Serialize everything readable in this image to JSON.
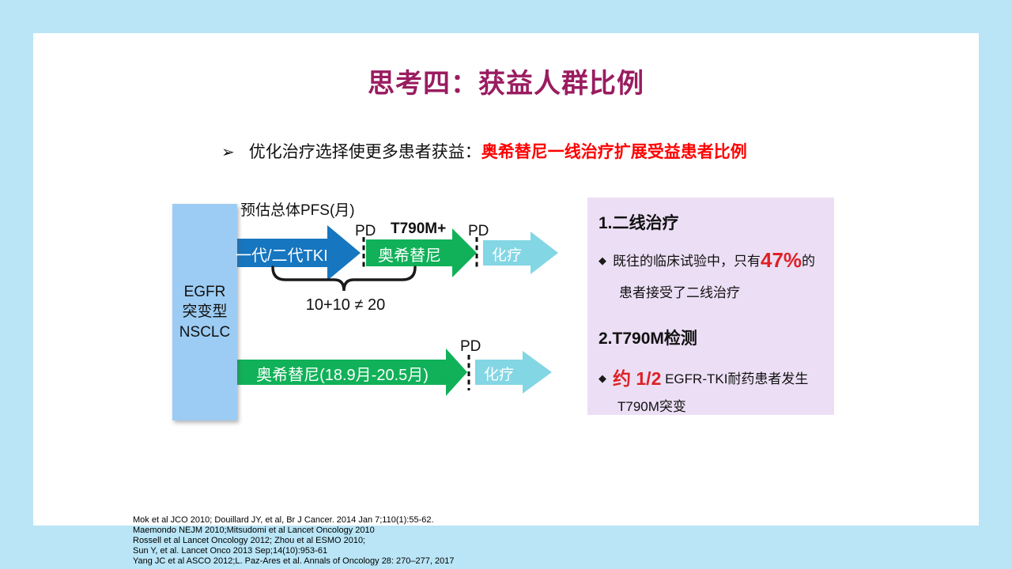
{
  "slide": {
    "title": "思考四：获益人群比例",
    "bullet": {
      "glyph": "➢",
      "prefix": "优化治疗选择使更多患者获益：",
      "highlight": "奥希替尼一线治疗扩展受益患者比例"
    }
  },
  "diagram": {
    "pfs_label": "预估总体PFS(月)",
    "egfr_box": {
      "line1": "EGFR",
      "line2": "突变型",
      "line3": "NSCLC"
    },
    "row1": {
      "tki_arrow_label": "一代/二代TKI",
      "pd1": "PD",
      "t790m_label": "T790M+",
      "osimertinib_arrow_label": "奥希替尼",
      "pd2": "PD",
      "chemo_arrow_label": "化疗"
    },
    "bracket_label": "10+10 ≠ 20",
    "row2": {
      "osimertinib_arrow_label": "奥希替尼(18.9月-20.5月)",
      "pd": "PD",
      "chemo_arrow_label": "化疗"
    }
  },
  "panel": {
    "section1": {
      "heading": "1.二线治疗",
      "bullet_icon": "◆",
      "text_before": "既往的临床试验中，只有",
      "highlight": "47%",
      "text_after": "的",
      "line2": "患者接受了二线治疗"
    },
    "section2": {
      "heading": "2.T790M检测",
      "bullet_icon": "◆",
      "highlight": "约 1/2",
      "text_after": " EGFR-TKI耐药患者发生",
      "line2": "T790M突变"
    }
  },
  "references": [
    "Mok et al JCO 2010; Douillard JY, et al, Br J Cancer. 2014 Jan 7;110(1):55-62.",
    "Maemondo NEJM 2010;Mitsudomi et al Lancet Oncology 2010",
    "Rossell et al Lancet Oncology 2012; Zhou et al ESMO 2010;",
    "Sun Y, et al. Lancet Onco 2013 Sep;14(10):953-61",
    "Yang JC et al  ASCO 2012;L. Paz-Ares et al. Annals of Oncology 28: 270–277, 2017"
  ],
  "colors": {
    "page_background": "#B9E5F6",
    "slide_background": "#FFFFFF",
    "title_text": "#9A1C60",
    "highlight_red": "#FF0000",
    "stat_red": "#DE2126",
    "egfr_box": "#9CCCF3",
    "tki_arrow_blue": "#1676C0",
    "osimertinib_arrow_green": "#10B158",
    "chemo_arrow_cyan": "#83D6E4",
    "panel_background": "#ECDFF5"
  }
}
